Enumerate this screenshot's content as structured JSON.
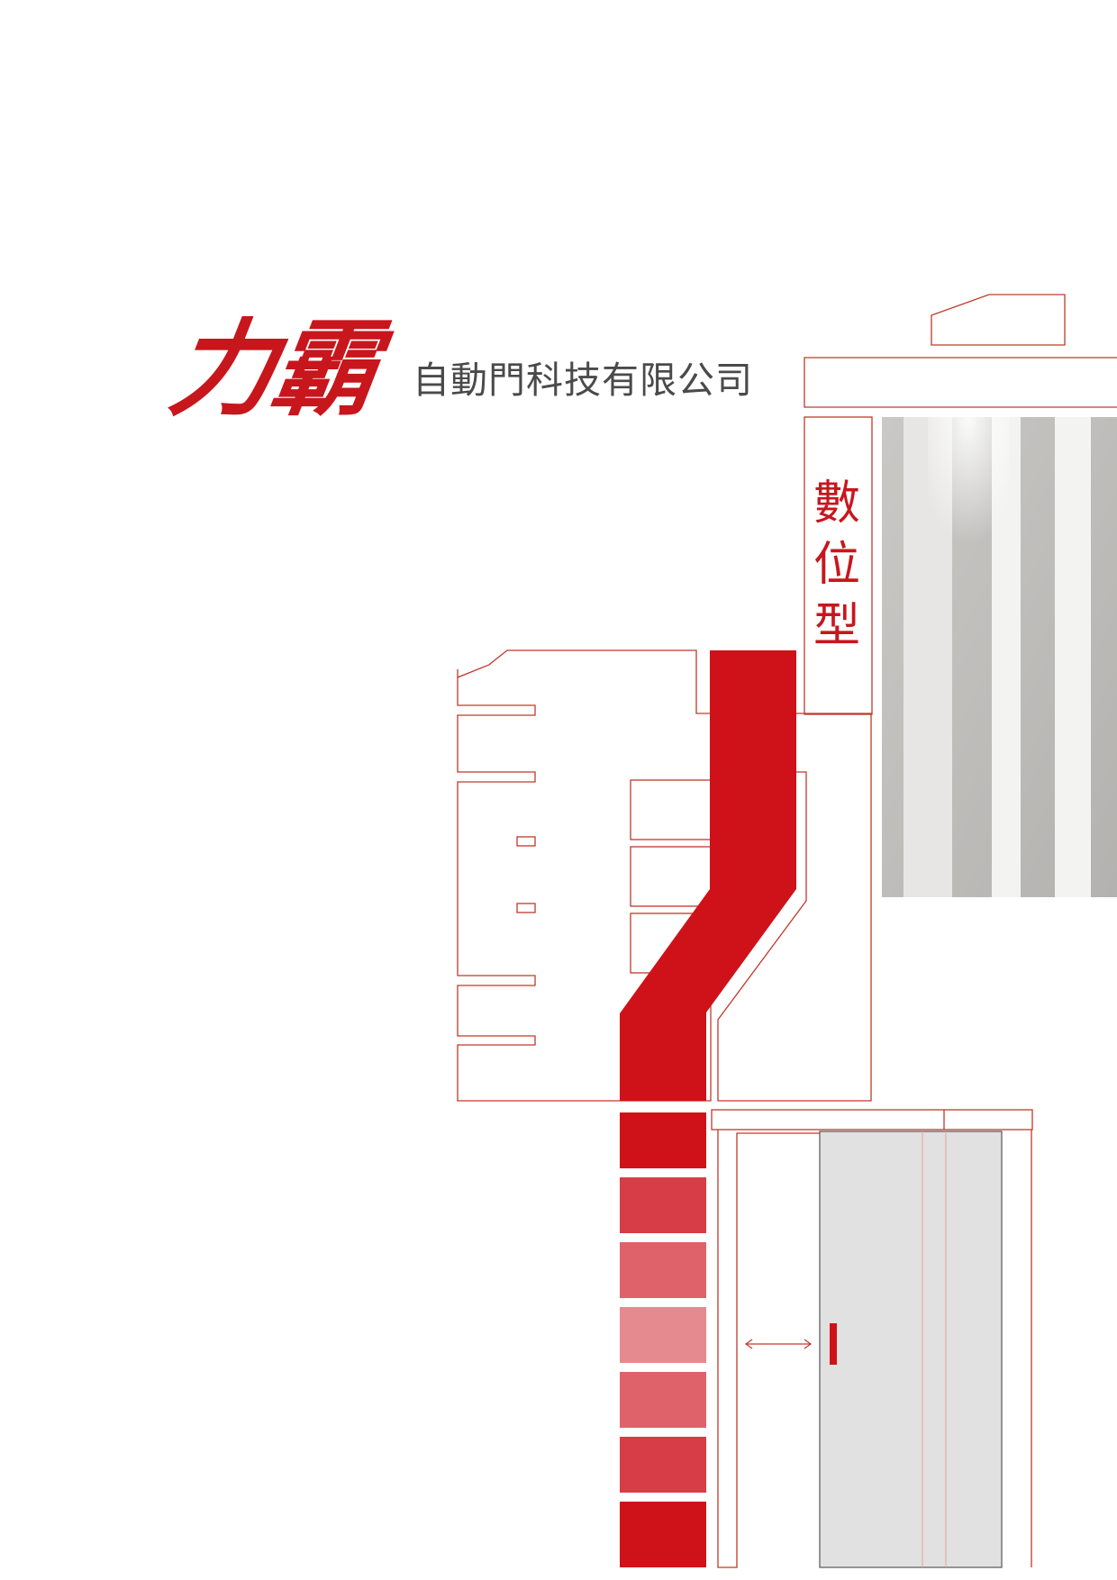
{
  "brand": {
    "logo_text": "力霸",
    "company_name": "自動門科技有限公司",
    "accent_color": "#c8161d"
  },
  "product": {
    "label_chars": [
      "數",
      "位",
      "型"
    ]
  },
  "illustration": {
    "outline_color": "#c0392b",
    "door_panel_color": "#e0e1e0",
    "stripe_swatches": [
      "#cf1219",
      "#d63d46",
      "#df626a",
      "#e58a8e",
      "#df626a",
      "#d63d46",
      "#cf1219"
    ],
    "icons": [
      "double-arrow-icon",
      "door-handle-icon"
    ]
  }
}
